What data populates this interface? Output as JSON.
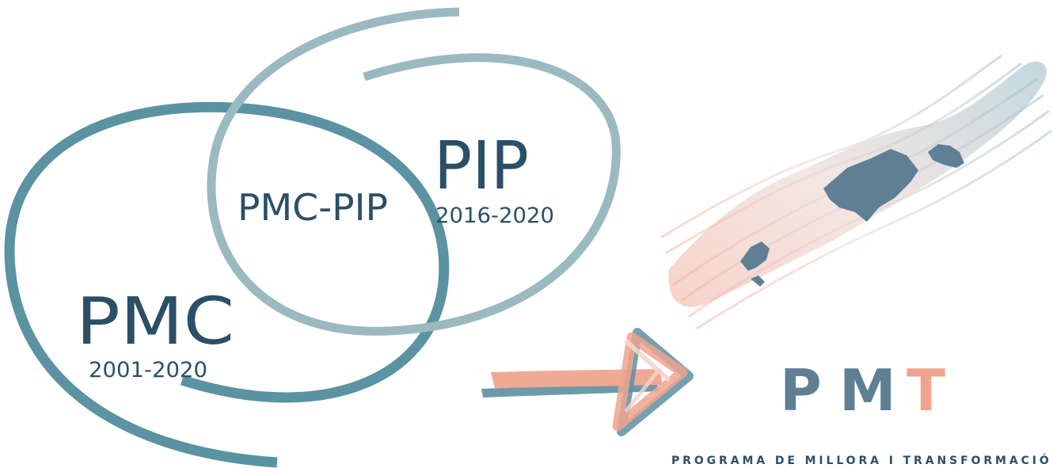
{
  "diagram": {
    "pmc": {
      "label": "PMC",
      "years": "2001-2020"
    },
    "pip": {
      "label": "PIP",
      "years": "2016-2020"
    },
    "overlap": {
      "label": "PMC-PIP"
    },
    "arrow_icon": "right-arrow-brushstroke",
    "islands_icon": "balearic-islands-map"
  },
  "pmt": {
    "letters": [
      "P",
      "M",
      "T"
    ],
    "subtitle": "PROGRAMA DE MILLORA I TRANSFORMACIÓ"
  },
  "colors": {
    "pmc_ring": "#5b93a2",
    "pip_ring": "#9bb9c0",
    "text_dark": "#2b4f67",
    "accent_salmon": "#eea58f",
    "island_fill": "#5f7f95",
    "brush_blue": "#a8c6cf"
  }
}
